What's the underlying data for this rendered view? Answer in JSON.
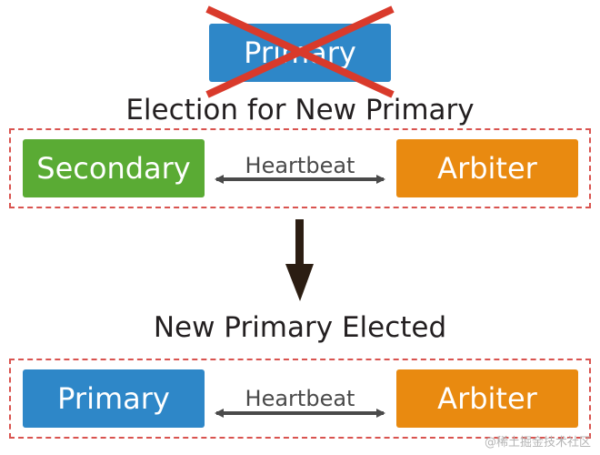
{
  "top": {
    "old_primary_label": "Primary"
  },
  "stage1": {
    "heading": "Election for New Primary",
    "left_node_label": "Secondary",
    "right_node_label": "Arbiter",
    "link_label": "Heartbeat"
  },
  "stage2": {
    "heading": "New Primary Elected",
    "left_node_label": "Primary",
    "right_node_label": "Arbiter",
    "link_label": "Heartbeat"
  },
  "watermark": "@稀土掘金技术社区",
  "colors": {
    "primary": "#2e87c8",
    "secondary": "#5aab34",
    "arbiter": "#e98a10",
    "cross": "#d93a2b",
    "dashed_border": "#d9534f",
    "arrow": "#4a4a4a",
    "flow_arrow": "#2b1d12"
  }
}
